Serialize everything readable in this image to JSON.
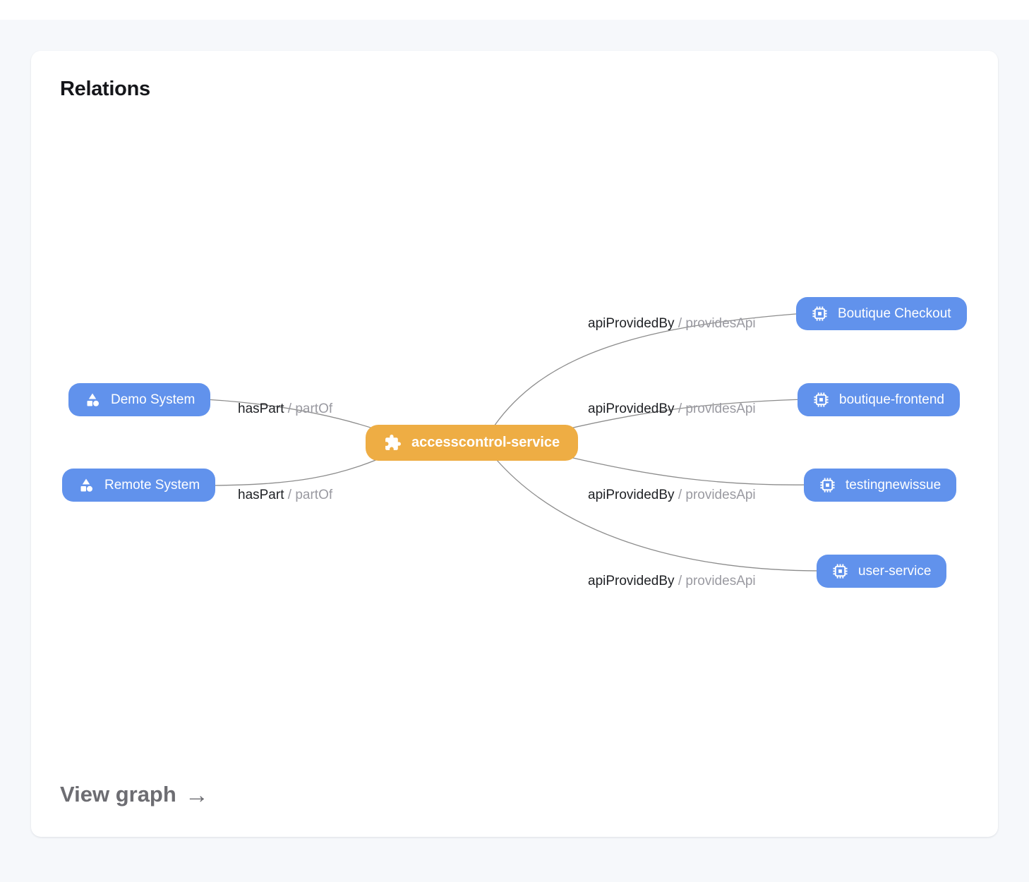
{
  "colors": {
    "node_blue": "#6192ec",
    "node_orange": "#eead44",
    "edge_line": "#8c8c8c",
    "label_primary": "#202226",
    "label_secondary": "#9a9aa1"
  },
  "panel": {
    "title": "Relations",
    "footer_link_label": "View graph",
    "footer_arrow": "→"
  },
  "graph": {
    "center": {
      "label": "accesscontrol-service",
      "icon": "puzzle-icon"
    },
    "left": [
      {
        "label": "Demo System",
        "icon": "system-icon"
      },
      {
        "label": "Remote System",
        "icon": "system-icon"
      }
    ],
    "right": [
      {
        "label": "Boutique Checkout",
        "icon": "api-chip-icon"
      },
      {
        "label": "boutique-frontend",
        "icon": "api-chip-icon"
      },
      {
        "label": "testingnewissue",
        "icon": "api-chip-icon"
      },
      {
        "label": "user-service",
        "icon": "api-chip-icon"
      }
    ],
    "edge_labels": [
      {
        "main": "hasPart",
        "sep": "/",
        "secondary": "partOf"
      },
      {
        "main": "hasPart",
        "sep": "/",
        "secondary": "partOf"
      },
      {
        "main": "apiProvidedBy",
        "sep": "/",
        "secondary": "providesApi"
      },
      {
        "main": "apiProvidedBy",
        "sep": "/",
        "secondary": "providesApi"
      },
      {
        "main": "apiProvidedBy",
        "sep": "/",
        "secondary": "providesApi"
      },
      {
        "main": "apiProvidedBy",
        "sep": "/",
        "secondary": "providesApi"
      }
    ]
  }
}
